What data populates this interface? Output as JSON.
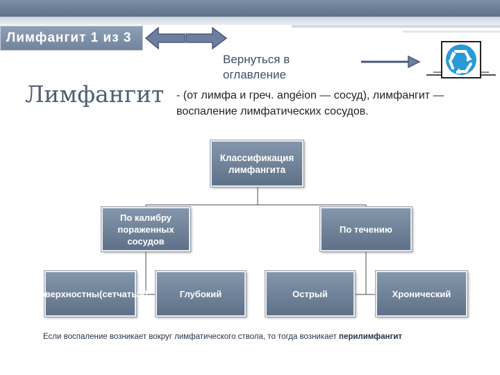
{
  "slide": {
    "tab_label": "Лимфангит 1 из 3",
    "back_link": "Вернуться в оглавление",
    "title": "Лимфангит",
    "definition": "- (от лимфа и греч. angéion — сосуд), лимфангит — воспаление лимфатических сосудов."
  },
  "diagram": {
    "root": "Классификация лимфангита",
    "by_caliber": "По калибру пораженных сосудов",
    "by_course": "По течению",
    "superficial": "Поверхностны(сетчатый)",
    "deep": "Глубокий",
    "acute": "Острый",
    "chronic": "Хронический"
  },
  "footnote": {
    "text": "Если воспаление возникает вокруг лимфатического ствола, то тогда возникает ",
    "emphasis": "перилимфангит"
  },
  "colors": {
    "node_fill": "#6f8298",
    "arrow_fill": "#6e7ea0",
    "recycle_blue": "#2a9ad6"
  }
}
